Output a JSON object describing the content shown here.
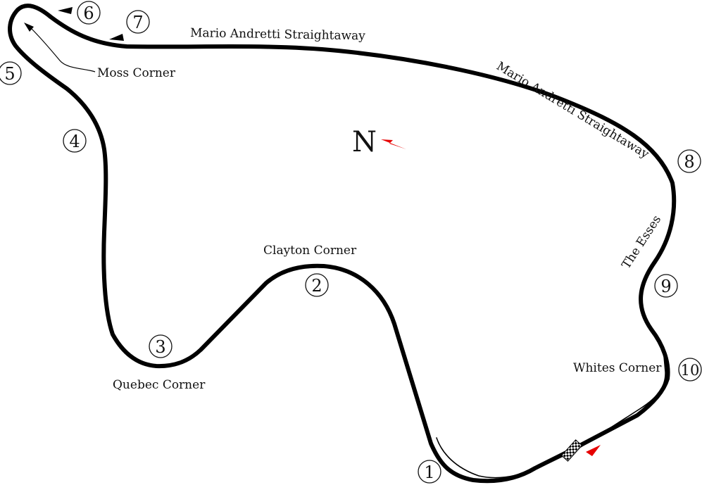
{
  "map": {
    "labels": {
      "mario_andretti_1": "Mario Andretti Straightaway",
      "mario_andretti_2": "Mario Andretti Straightaway",
      "moss_corner": "Moss Corner",
      "clayton_corner": "Clayton Corner",
      "quebec_corner": "Quebec Corner",
      "the_esses": "The Esses",
      "whites_corner": "Whites Corner"
    },
    "turns": [
      "1",
      "2",
      "3",
      "4",
      "5",
      "6",
      "7",
      "8",
      "9",
      "10"
    ],
    "compass": {
      "letter": "N"
    },
    "colors": {
      "track": "#000000",
      "background": "#ffffff",
      "accent": "#e60000"
    }
  }
}
